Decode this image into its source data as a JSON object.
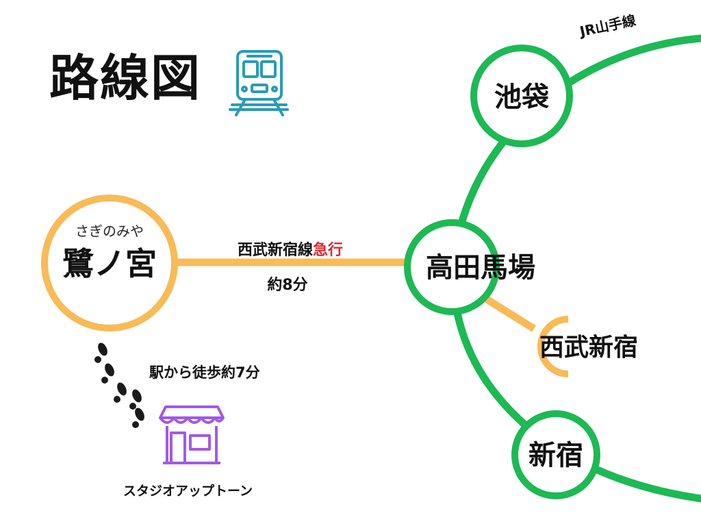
{
  "title": "路線図",
  "jr_line_label": "JR山手線",
  "stations": {
    "ikebukuro": "池袋",
    "takadanobaba": "高田馬場",
    "seibu_shinjuku": "西武新宿",
    "shinjuku": "新宿",
    "saginomiya": "鷺ノ宮",
    "saginomiya_reading": "さぎのみや"
  },
  "seibu_line": {
    "name": "西武新宿線",
    "service": "急行",
    "duration": "約8分"
  },
  "walk_note": "駅から徒歩約7分",
  "destination": "スタジオアップトーン",
  "colors": {
    "jr_green": "#1db954",
    "seibu_orange": "#f8bb57",
    "express_red": "#e0262d",
    "train_icon": "#2a9bb5",
    "store_icon": "#a259e6"
  },
  "icons": [
    "train-icon",
    "footprints-icon",
    "store-icon"
  ]
}
